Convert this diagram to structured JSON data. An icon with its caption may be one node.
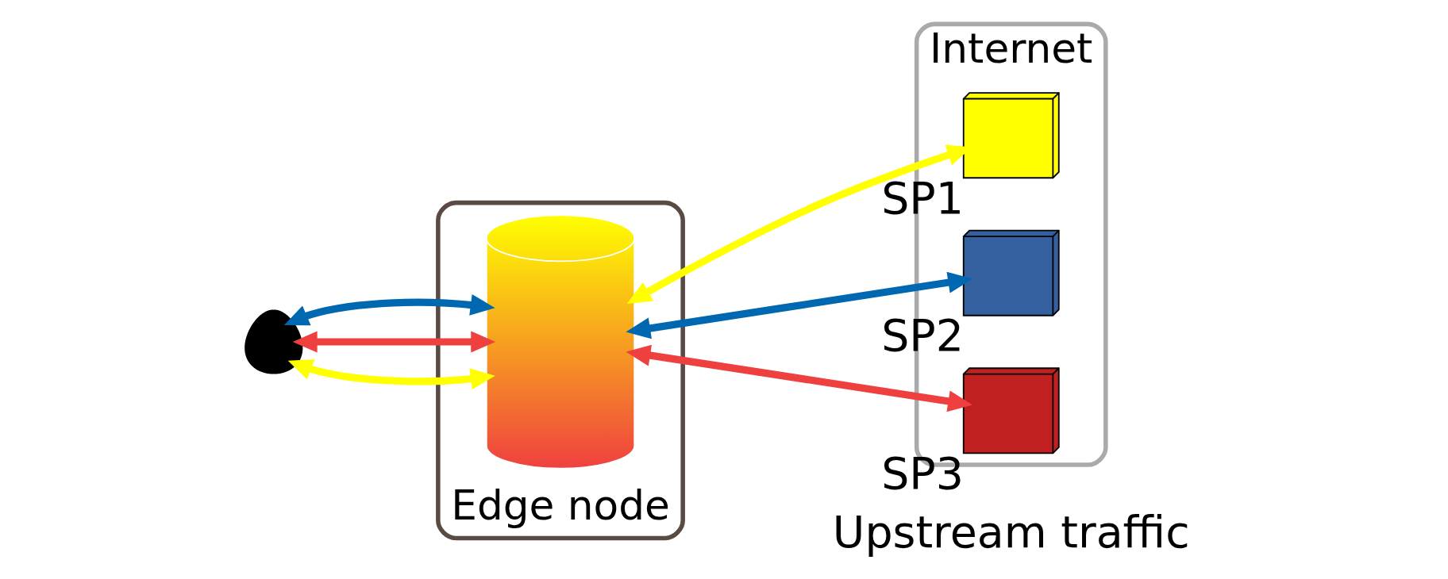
{
  "diagram": {
    "nodes": [
      {
        "text": [],
        "shape": "person"
      },
      {
        "text": [
          "Edge node"
        ]
      },
      {
        "text": [],
        "shape": "cylinder",
        "in": 1
      },
      {
        "text": [
          "Internet"
        ]
      },
      {
        "text": [],
        "shape": "box",
        "beside": [
          "SP1"
        ],
        "in": 3
      },
      {
        "text": [],
        "shape": "box",
        "beside": [
          "SP2"
        ],
        "in": 3
      },
      {
        "text": [],
        "shape": "box",
        "beside": [
          "SP3"
        ],
        "in": 3
      }
    ],
    "edges": [
      {
        "from": 0,
        "to": 2,
        "arrow": "both",
        "color": "#ffff00"
      },
      {
        "from": 0,
        "to": 2,
        "arrow": "both",
        "color": "#ef4040"
      },
      {
        "from": 0,
        "to": 2,
        "arrow": "both",
        "color": "#0068b0"
      },
      {
        "from": 2,
        "to": 4,
        "arrow": "both",
        "color": "#ffff00"
      },
      {
        "from": 2,
        "to": 5,
        "arrow": "both",
        "color": "#0068b0"
      },
      {
        "from": 2,
        "to": 6,
        "arrow": "both",
        "color": "#ef4040"
      }
    ],
    "labels": [
      "Upstream traffic"
    ]
  }
}
